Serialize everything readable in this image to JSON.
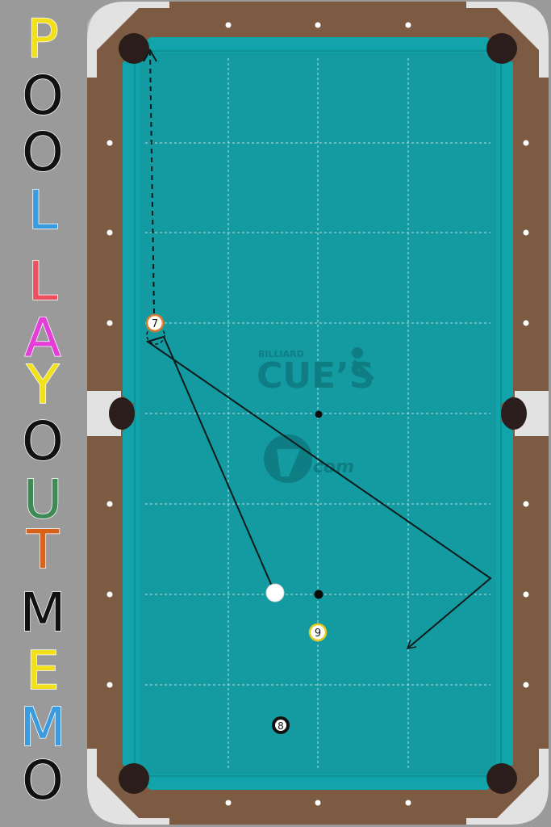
{
  "sidebar": {
    "letters": [
      {
        "char": "P",
        "color": "#f2e01b"
      },
      {
        "char": "O",
        "color": "#111111"
      },
      {
        "char": "O",
        "color": "#111111"
      },
      {
        "char": "L",
        "color": "#3b9be0"
      },
      {
        "char": "L",
        "color": "#ef5060"
      },
      {
        "char": "A",
        "color": "#e43ed8"
      },
      {
        "char": "Y",
        "color": "#f2e01b"
      },
      {
        "char": "O",
        "color": "#111111"
      },
      {
        "char": "U",
        "color": "#3d8a55"
      },
      {
        "char": "T",
        "color": "#d9621b"
      },
      {
        "char": "M",
        "color": "#111111"
      },
      {
        "char": "E",
        "color": "#f2e01b"
      },
      {
        "char": "M",
        "color": "#3b9be0"
      },
      {
        "char": "O",
        "color": "#111111"
      }
    ]
  },
  "table": {
    "colors": {
      "felt": "#139ba1",
      "cushion": "#11a5ab",
      "rail": "#7d5b43",
      "corner": "#e2e2e2",
      "pocket": "#2b1d1b",
      "line": "#0d1a1a",
      "watermark": "#0e7d84"
    },
    "watermark": {
      "small": "BILLIARD",
      "large": "CUE’S",
      "brand": "com"
    },
    "balls": [
      {
        "id": "seven",
        "label": "7",
        "stripe": "#e07a2a"
      },
      {
        "id": "nine",
        "label": "9",
        "stripe": "#e8c91d"
      },
      {
        "id": "eight",
        "label": "8",
        "stripe": "#111111"
      },
      {
        "id": "cue",
        "label": "",
        "stripe": "#ffffff"
      }
    ]
  }
}
